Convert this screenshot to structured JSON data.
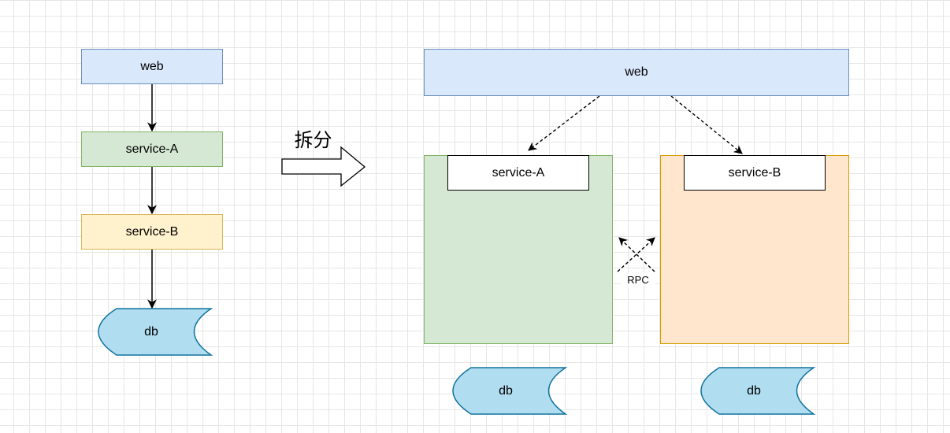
{
  "left": {
    "web": "web",
    "service_a": "service-A",
    "service_b": "service-B",
    "db": "db"
  },
  "transition": {
    "label": "拆分"
  },
  "right": {
    "web": "web",
    "service_a": "service-A",
    "service_b": "service-B",
    "rpc": "RPC",
    "db_a": "db",
    "db_b": "db"
  },
  "colors": {
    "web_fill": "#dae8fc",
    "web_stroke": "#6c8ebf",
    "green_fill": "#d5e8d4",
    "green_stroke": "#82b366",
    "yellow_fill": "#fff2cc",
    "yellow_stroke": "#d6b656",
    "orange_fill": "#ffe6cc",
    "orange_stroke": "#d79b00",
    "db_fill": "#b1ddf0",
    "db_stroke": "#10739e"
  }
}
